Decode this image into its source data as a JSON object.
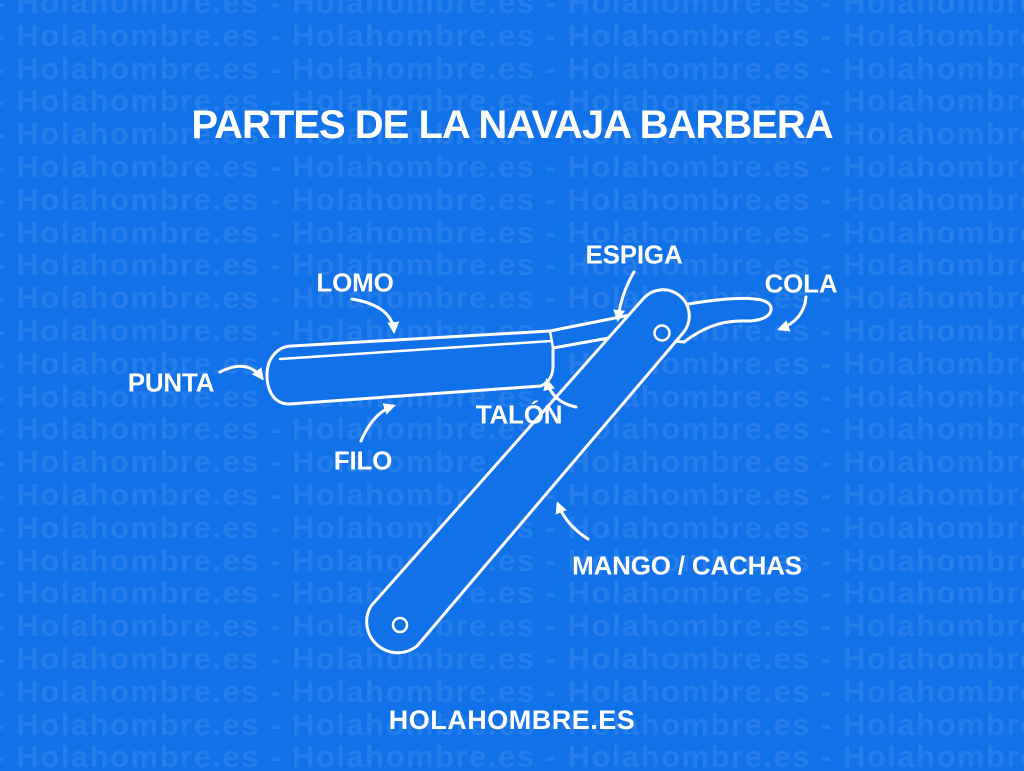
{
  "title": "PARTES DE LA NAVAJA BARBERA",
  "parts": {
    "lomo": "LOMO",
    "espiga": "ESPIGA",
    "cola": "COLA",
    "punta": "PUNTA",
    "filo": "FILO",
    "talon": "TALÓN",
    "mango": "MANGO / CACHAS"
  },
  "footer": "HOLAHOMBRE.ES",
  "watermark": {
    "text": "Holahombre.es",
    "separator": " - "
  },
  "colors": {
    "background": "#1171e9",
    "line": "#ffffff",
    "watermark": "rgba(255,255,255,0.085)"
  }
}
